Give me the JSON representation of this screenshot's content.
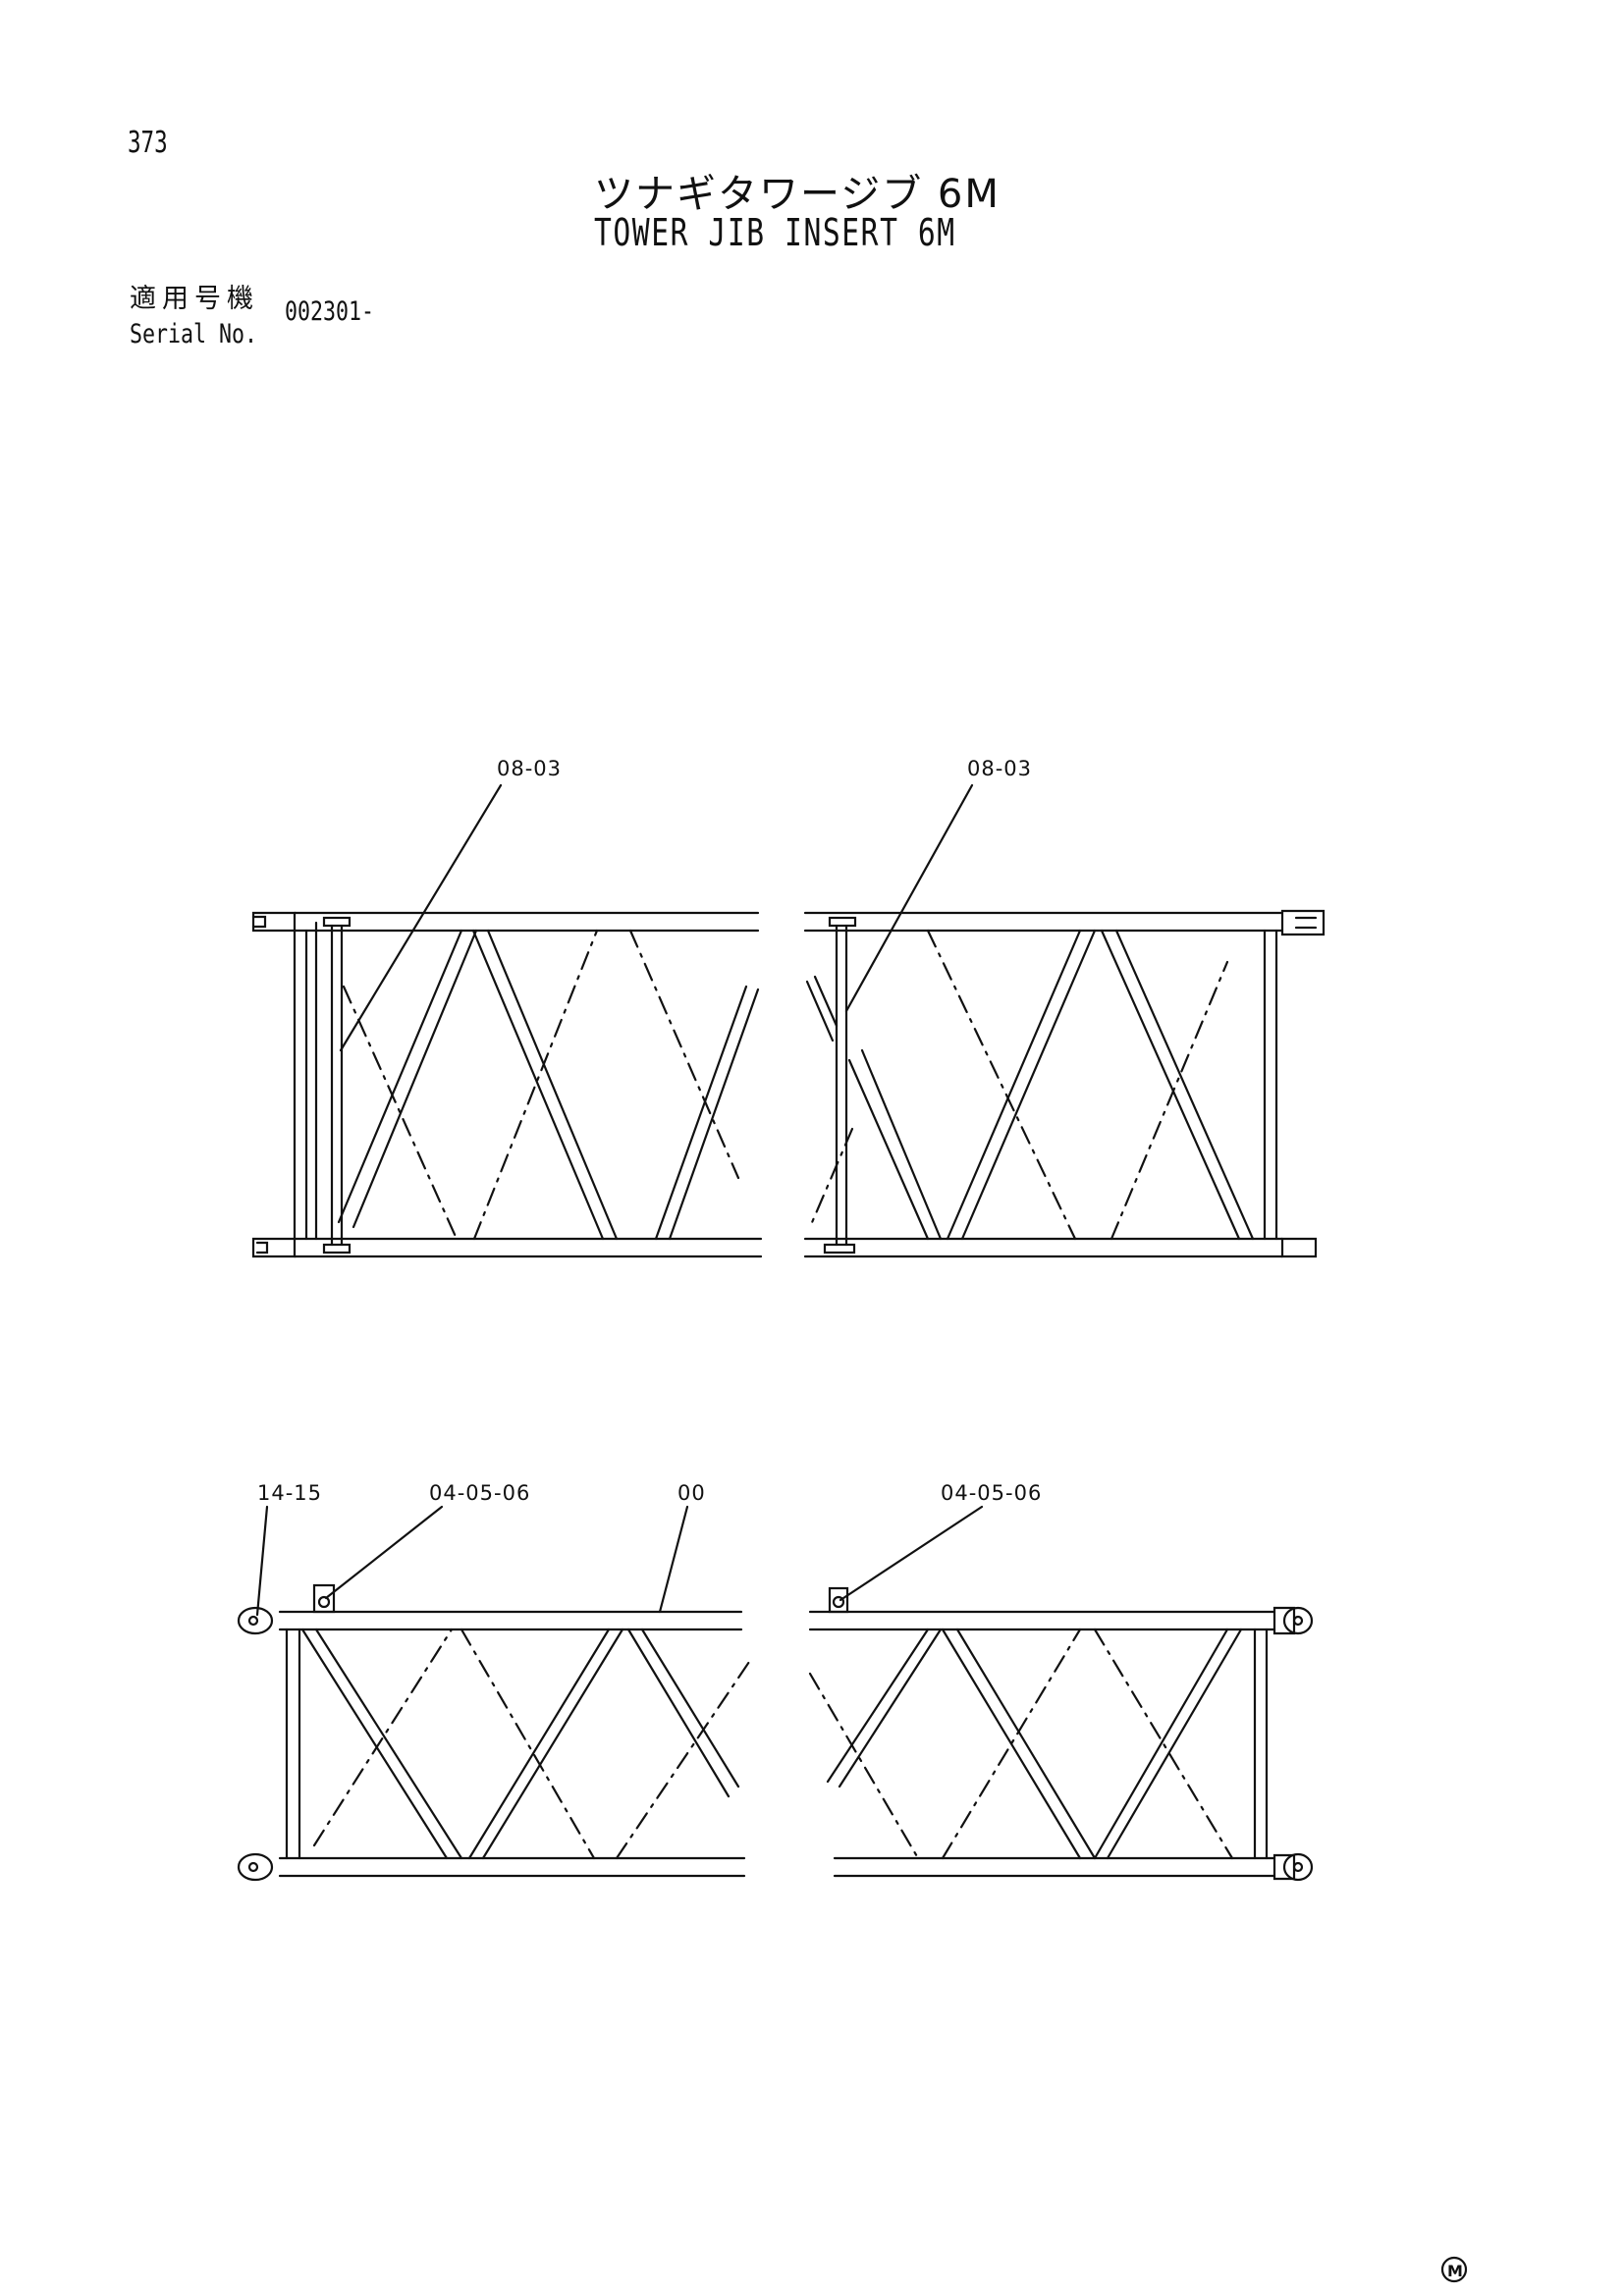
{
  "page": {
    "number": "373",
    "title_jp": "ツナギタワージブ 6M",
    "title_en": "TOWER JIB INSERT 6M"
  },
  "serial": {
    "label_jp": "適用号機",
    "label_en": "Serial No.",
    "value": "002301-"
  },
  "callouts": {
    "top_left": "08-03",
    "top_right": "08-03",
    "bottom_pin": "14-15",
    "bottom_left_bracket": "04-05-06",
    "bottom_frame": "00",
    "bottom_right_bracket": "04-05-06"
  },
  "mark": "M",
  "colors": {
    "ink": "#111111",
    "paper": "#ffffff"
  }
}
